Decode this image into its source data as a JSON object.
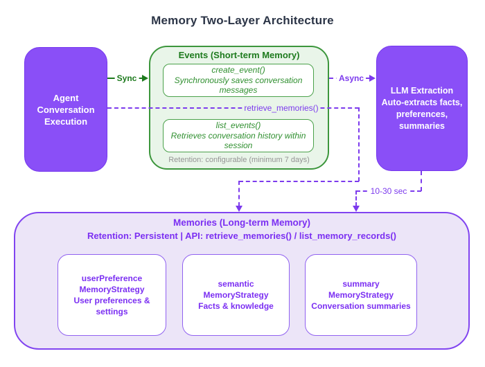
{
  "title": "Memory Two-Layer Architecture",
  "colors": {
    "node_purple_fill": "#8a4ff7",
    "purple_accent": "#7c3aed",
    "green_fill": "#e9f5e9",
    "green_border": "#3c963c",
    "green_text": "#1d7a1d",
    "memories_fill": "#ece5f8",
    "memories_border": "#8144f0",
    "memories_text": "#7b2ff2",
    "retention_gray": "#949494",
    "title_color": "#2b3446"
  },
  "nodes": {
    "agent": {
      "lines": [
        "Agent",
        "Conversation",
        "Execution"
      ]
    },
    "events": {
      "title": "Events (Short-term Memory)",
      "create_event": {
        "name": "create_event()",
        "desc": "Synchronously saves conversation messages"
      },
      "list_events": {
        "name": "list_events()",
        "desc": "Retrieves conversation history within session"
      },
      "retention": "Retention: configurable (minimum 7 days)"
    },
    "llm_extraction": {
      "lines": [
        "LLM Extraction",
        "Auto-extracts facts,",
        "preferences,",
        "summaries"
      ]
    },
    "memories": {
      "title": "Memories (Long-term Memory)",
      "subtitle": "Retention: Persistent | API: retrieve_memories() / list_memory_records()",
      "strategies": [
        {
          "name_line1": "userPreference",
          "name_line2": "MemoryStrategy",
          "desc": "User preferences & settings"
        },
        {
          "name_line1": "semantic",
          "name_line2": "MemoryStrategy",
          "desc": "Facts & knowledge"
        },
        {
          "name_line1": "summary",
          "name_line2": "MemoryStrategy",
          "desc": "Conversation summaries"
        }
      ]
    }
  },
  "edges": {
    "sync": "Sync",
    "async": "Async",
    "retrieve": "retrieve_memories()",
    "delay": "10-30 sec"
  }
}
